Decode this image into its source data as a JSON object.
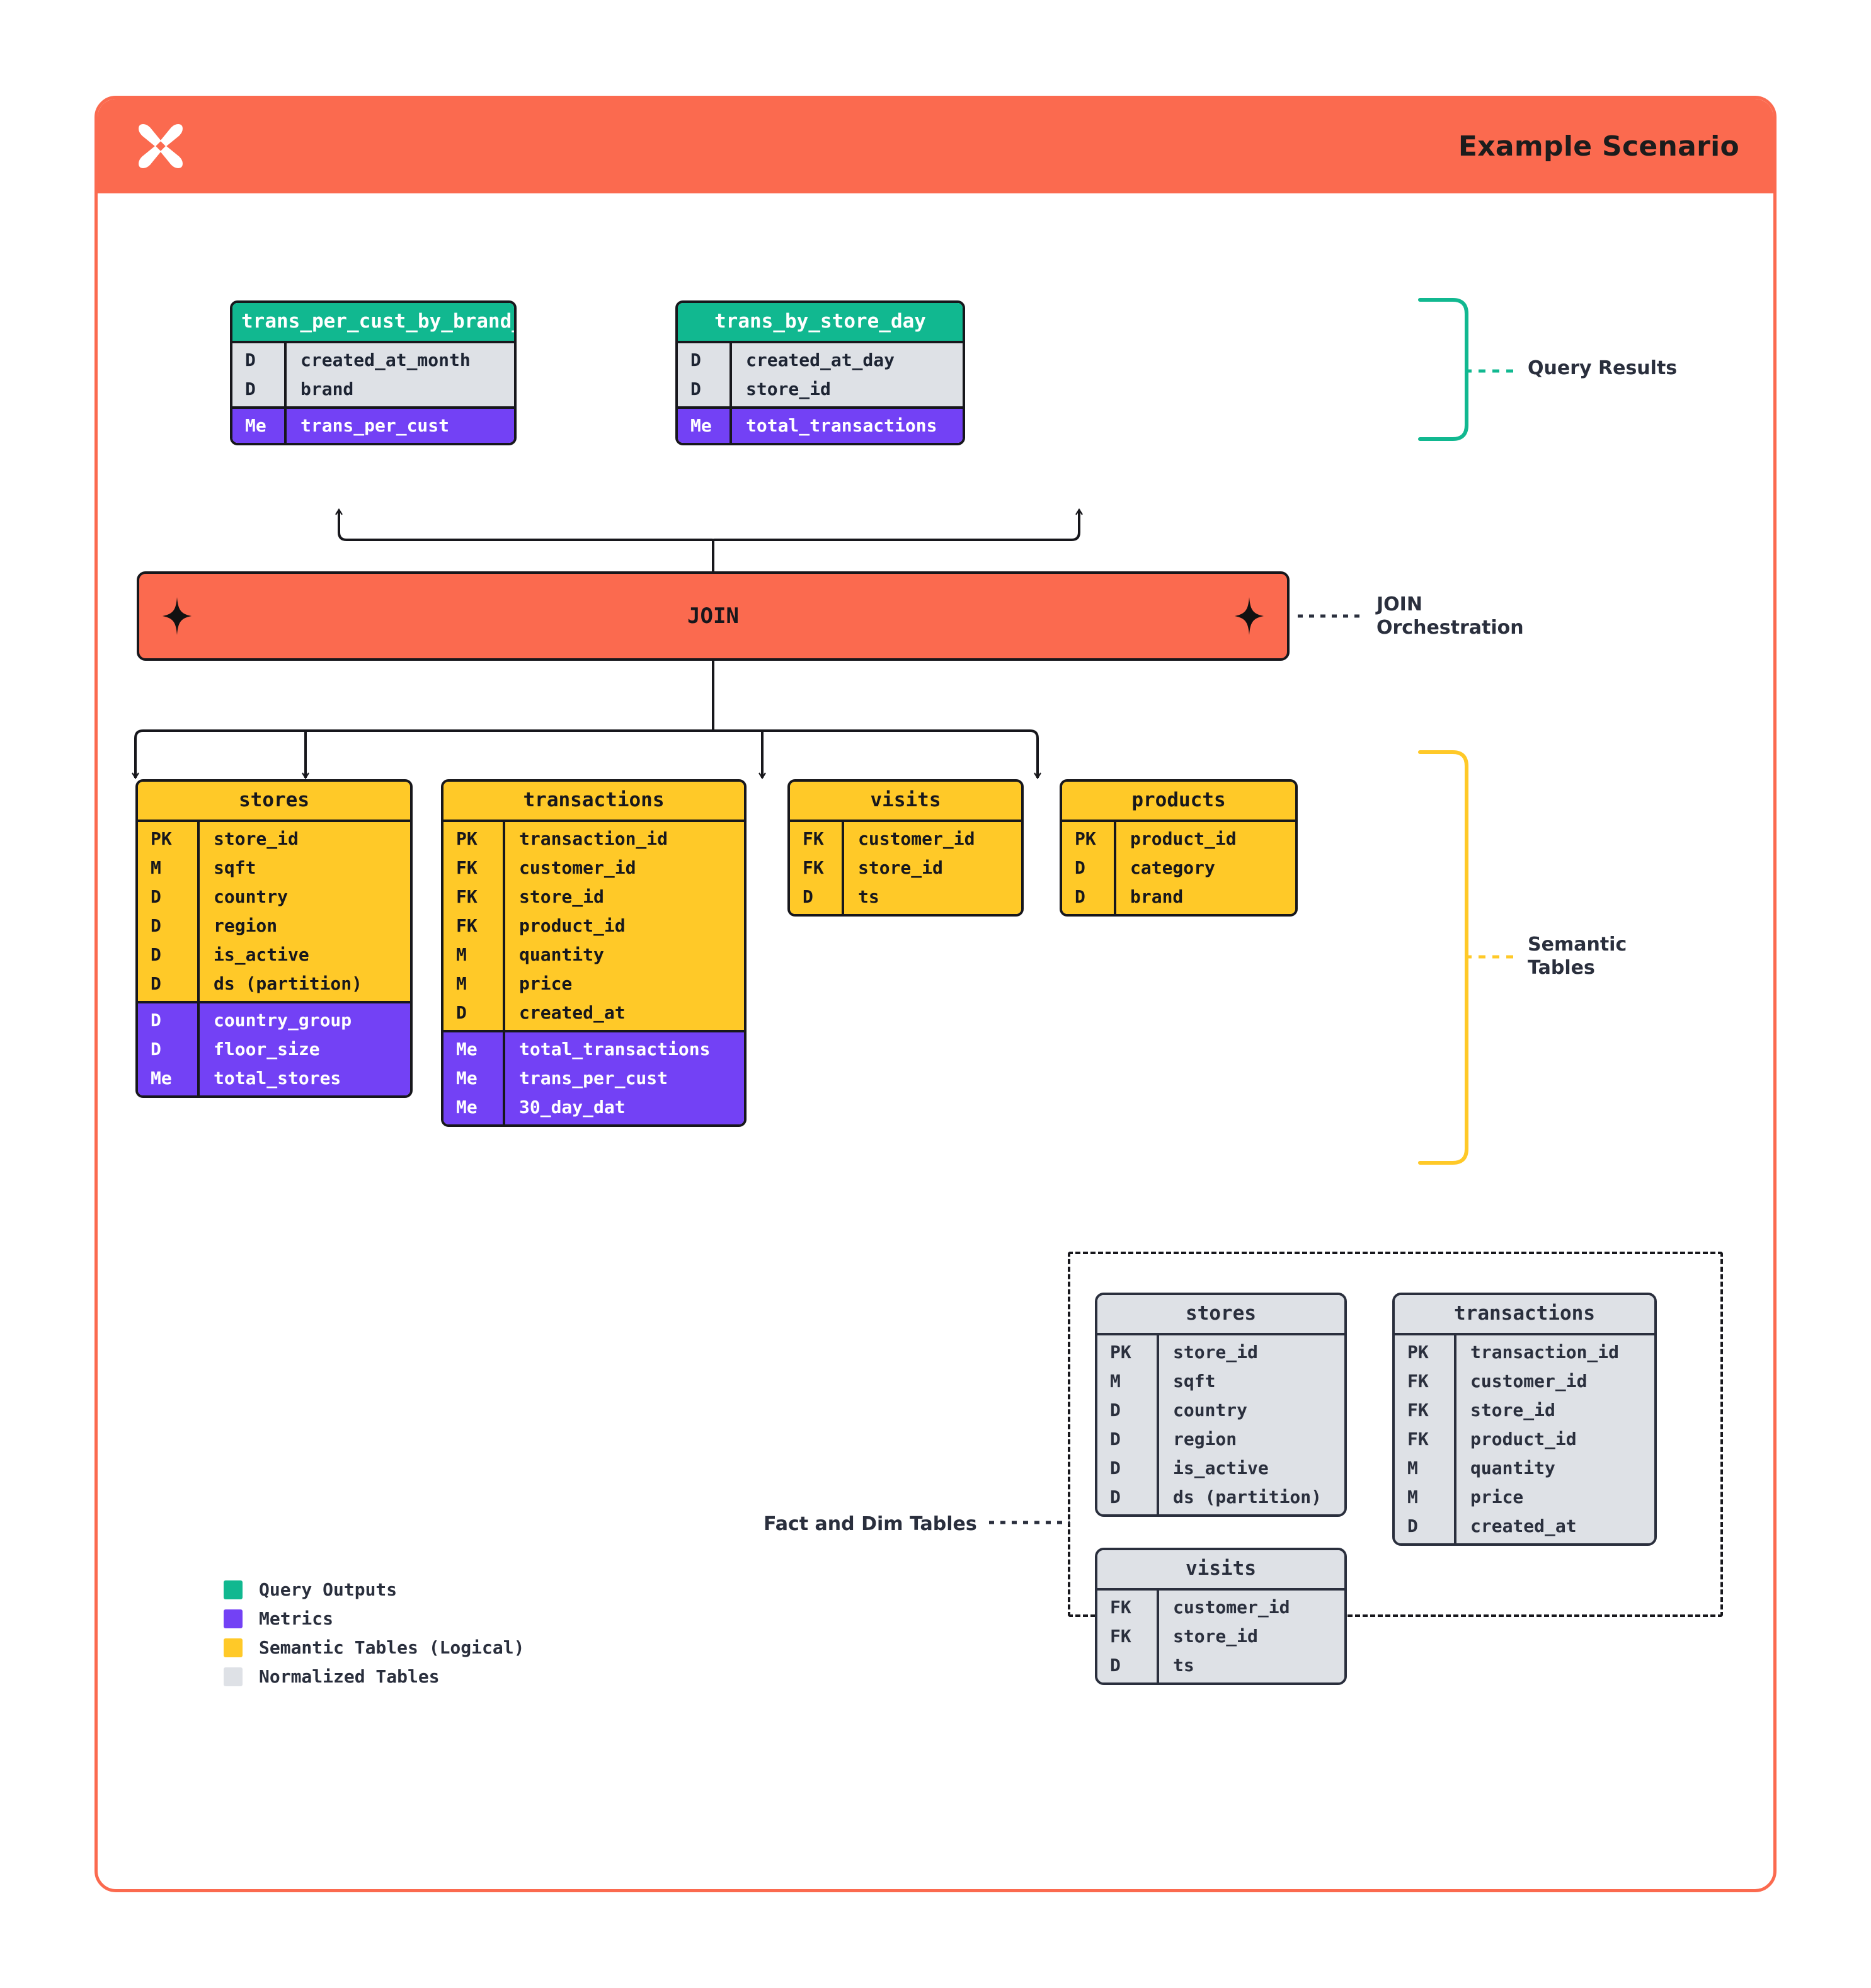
{
  "header": {
    "title": "Example Scenario",
    "logo_icon": "x-sparkle-logo",
    "bg": "#fb6a4f"
  },
  "colors": {
    "query_output": "#11b890",
    "metric": "#7341f5",
    "semantic": "#ffc928",
    "normalized": "#dee1e6",
    "orange": "#fb6a4f",
    "ink": "#2a2f3d"
  },
  "query_results": {
    "annotation": "Query Results",
    "tables": [
      {
        "name": "trans_per_cust_by_brand_month",
        "dims": [
          {
            "key": "D",
            "field": "created_at_month"
          },
          {
            "key": "D",
            "field": "brand"
          }
        ],
        "metrics": [
          {
            "key": "Me",
            "field": "trans_per_cust"
          }
        ]
      },
      {
        "name": "trans_by_store_day",
        "dims": [
          {
            "key": "D",
            "field": "created_at_day"
          },
          {
            "key": "D",
            "field": "store_id"
          }
        ],
        "metrics": [
          {
            "key": "Me",
            "field": "total_transactions"
          }
        ]
      }
    ]
  },
  "join": {
    "label": "JOIN",
    "annotation_line1": "JOIN",
    "annotation_line2": "Orchestration",
    "left_icon": "sparkle-icon",
    "right_icon": "sparkle-icon"
  },
  "semantic_tables": {
    "annotation_line1": "Semantic",
    "annotation_line2": "Tables",
    "tables": [
      {
        "name": "stores",
        "cols": [
          {
            "key": "PK",
            "field": "store_id"
          },
          {
            "key": "M",
            "field": "sqft"
          },
          {
            "key": "D",
            "field": "country"
          },
          {
            "key": "D",
            "field": "region"
          },
          {
            "key": "D",
            "field": "is_active"
          },
          {
            "key": "D",
            "field": "ds (partition)"
          }
        ],
        "metrics": [
          {
            "key": "D",
            "field": "country_group"
          },
          {
            "key": "D",
            "field": "floor_size"
          },
          {
            "key": "Me",
            "field": "total_stores"
          }
        ]
      },
      {
        "name": "transactions",
        "cols": [
          {
            "key": "PK",
            "field": "transaction_id"
          },
          {
            "key": "FK",
            "field": "customer_id"
          },
          {
            "key": "FK",
            "field": "store_id"
          },
          {
            "key": "FK",
            "field": "product_id"
          },
          {
            "key": "M",
            "field": "quantity"
          },
          {
            "key": "M",
            "field": "price"
          },
          {
            "key": "D",
            "field": "created_at"
          }
        ],
        "metrics": [
          {
            "key": "Me",
            "field": "total_transactions"
          },
          {
            "key": "Me",
            "field": "trans_per_cust"
          },
          {
            "key": "Me",
            "field": "30_day_dat"
          }
        ]
      },
      {
        "name": "visits",
        "cols": [
          {
            "key": "FK",
            "field": "customer_id"
          },
          {
            "key": "FK",
            "field": "store_id"
          },
          {
            "key": "D",
            "field": "ts"
          }
        ],
        "metrics": []
      },
      {
        "name": "products",
        "cols": [
          {
            "key": "PK",
            "field": "product_id"
          },
          {
            "key": "D",
            "field": "category"
          },
          {
            "key": "D",
            "field": "brand"
          }
        ],
        "metrics": []
      }
    ]
  },
  "fact_and_dim": {
    "annotation": "Fact and Dim Tables",
    "tables": [
      {
        "name": "stores",
        "cols": [
          {
            "key": "PK",
            "field": "store_id"
          },
          {
            "key": "M",
            "field": "sqft"
          },
          {
            "key": "D",
            "field": "country"
          },
          {
            "key": "D",
            "field": "region"
          },
          {
            "key": "D",
            "field": "is_active"
          },
          {
            "key": "D",
            "field": "ds (partition)"
          }
        ]
      },
      {
        "name": "transactions",
        "cols": [
          {
            "key": "PK",
            "field": "transaction_id"
          },
          {
            "key": "FK",
            "field": "customer_id"
          },
          {
            "key": "FK",
            "field": "store_id"
          },
          {
            "key": "FK",
            "field": "product_id"
          },
          {
            "key": "M",
            "field": "quantity"
          },
          {
            "key": "M",
            "field": "price"
          },
          {
            "key": "D",
            "field": "created_at"
          }
        ]
      },
      {
        "name": "visits",
        "cols": [
          {
            "key": "FK",
            "field": "customer_id"
          },
          {
            "key": "FK",
            "field": "store_id"
          },
          {
            "key": "D",
            "field": "ts"
          }
        ]
      }
    ]
  },
  "legend": {
    "items": [
      {
        "label": "Query Outputs",
        "color": "#11b890"
      },
      {
        "label": "Metrics",
        "color": "#7341f5"
      },
      {
        "label": "Semantic Tables (Logical)",
        "color": "#ffc928"
      },
      {
        "label": "Normalized Tables",
        "color": "#dee1e6"
      }
    ]
  }
}
